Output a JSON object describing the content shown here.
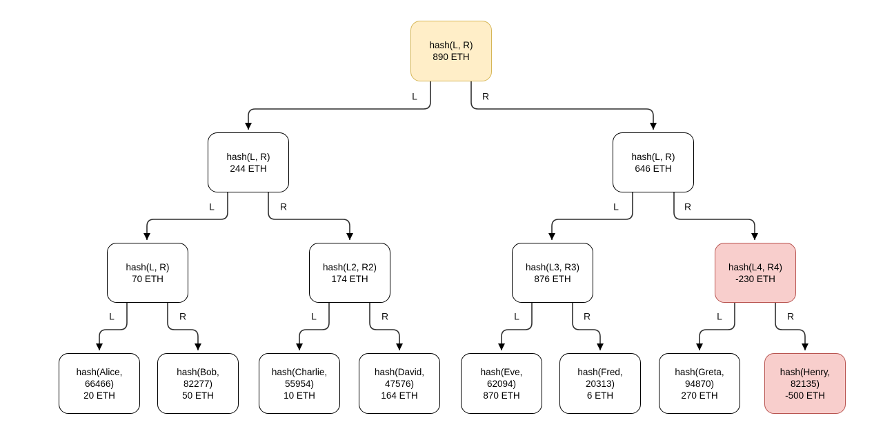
{
  "diagram": {
    "type": "merkle-tree",
    "currency_unit": "ETH"
  },
  "colors": {
    "node_default_fill": "#ffffff",
    "node_default_border": "#000000",
    "node_root_fill": "#ffeec8",
    "node_root_border": "#d6b656",
    "node_negative_fill": "#f8cecc",
    "node_negative_border": "#b85450",
    "edge_color": "#2f2f2f",
    "text_color": "#000000"
  },
  "nodes": [
    {
      "id": "root",
      "label": "hash(L, R)",
      "value": "890 ETH",
      "variant": "yellow"
    },
    {
      "id": "branch-l",
      "label": "hash(L, R)",
      "value": "244 ETH",
      "variant": "white"
    },
    {
      "id": "branch-r",
      "label": "hash(L, R)",
      "value": "646 ETH",
      "variant": "white"
    },
    {
      "id": "branch-ll",
      "label": "hash(L, R)",
      "value": "70 ETH",
      "variant": "white"
    },
    {
      "id": "branch-lr",
      "label": "hash(L2, R2)",
      "value": "174 ETH",
      "variant": "white"
    },
    {
      "id": "branch-rl",
      "label": "hash(L3, R3)",
      "value": "876 ETH",
      "variant": "white"
    },
    {
      "id": "branch-rr",
      "label": "hash(L4, R4)",
      "value": "-230 ETH",
      "variant": "red"
    },
    {
      "id": "leaf-alice",
      "label": "hash(Alice, 66466)",
      "value": "20 ETH",
      "variant": "white"
    },
    {
      "id": "leaf-bob",
      "label": "hash(Bob, 82277)",
      "value": "50 ETH",
      "variant": "white"
    },
    {
      "id": "leaf-charlie",
      "label": "hash(Charlie, 55954)",
      "value": "10 ETH",
      "variant": "white"
    },
    {
      "id": "leaf-david",
      "label": "hash(David, 47576)",
      "value": "164 ETH",
      "variant": "white"
    },
    {
      "id": "leaf-eve",
      "label": "hash(Eve, 62094)",
      "value": "870 ETH",
      "variant": "white"
    },
    {
      "id": "leaf-fred",
      "label": "hash(Fred, 20313)",
      "value": "6 ETH",
      "variant": "white"
    },
    {
      "id": "leaf-greta",
      "label": "hash(Greta, 94870)",
      "value": "270 ETH",
      "variant": "white"
    },
    {
      "id": "leaf-henry",
      "label": "hash(Henry, 82135)",
      "value": "-500 ETH",
      "variant": "red"
    }
  ],
  "edges": [
    {
      "from": "root",
      "to": "branch-l",
      "label": "L"
    },
    {
      "from": "root",
      "to": "branch-r",
      "label": "R"
    },
    {
      "from": "branch-l",
      "to": "branch-ll",
      "label": "L"
    },
    {
      "from": "branch-l",
      "to": "branch-lr",
      "label": "R"
    },
    {
      "from": "branch-r",
      "to": "branch-rl",
      "label": "L"
    },
    {
      "from": "branch-r",
      "to": "branch-rr",
      "label": "R"
    },
    {
      "from": "branch-ll",
      "to": "leaf-alice",
      "label": "L"
    },
    {
      "from": "branch-ll",
      "to": "leaf-bob",
      "label": "R"
    },
    {
      "from": "branch-lr",
      "to": "leaf-charlie",
      "label": "L"
    },
    {
      "from": "branch-lr",
      "to": "leaf-david",
      "label": "R"
    },
    {
      "from": "branch-rl",
      "to": "leaf-eve",
      "label": "L"
    },
    {
      "from": "branch-rl",
      "to": "leaf-fred",
      "label": "R"
    },
    {
      "from": "branch-rr",
      "to": "leaf-greta",
      "label": "L"
    },
    {
      "from": "branch-rr",
      "to": "leaf-henry",
      "label": "R"
    }
  ]
}
